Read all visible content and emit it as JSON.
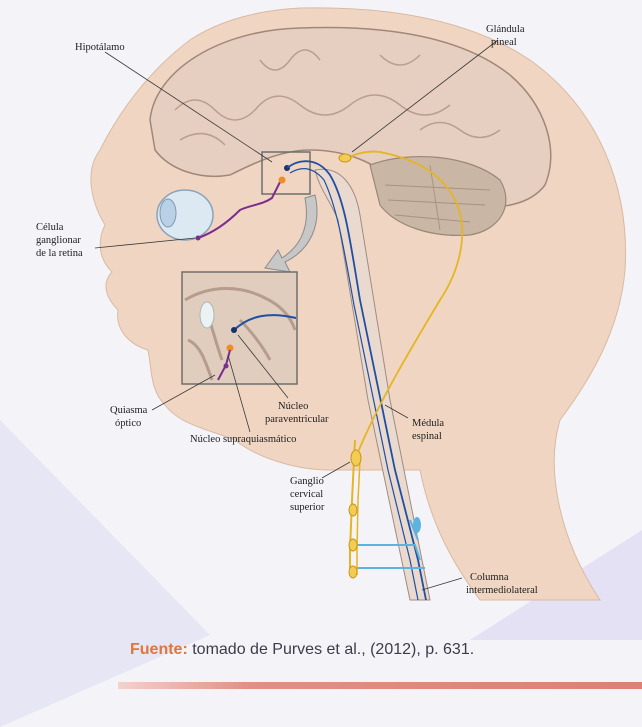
{
  "figure": {
    "labels": {
      "hypothalamus": "Hipotálamo",
      "pineal_1": "Glándula",
      "pineal_2": "pineal",
      "ganglion_cell_1": "Célula",
      "ganglion_cell_2": "ganglionar",
      "ganglion_cell_3": "de la retina",
      "paraventricular_1": "Núcleo",
      "paraventricular_2": "paraventricular",
      "chiasm_1": "Quiasma",
      "chiasm_2": "óptico",
      "suprachiasmatic": "Núcleo supraquiasmático",
      "spinal_1": "Médula",
      "spinal_2": "espinal",
      "cervical_1": "Ganglio",
      "cervical_2": "cervical",
      "cervical_3": "superior",
      "column_1": "Columna",
      "column_2": "intermediolateral"
    },
    "colors": {
      "skin": "#f0d6c2",
      "brain": "#e6cfc0",
      "cerebellum": "#c9b6a4",
      "blue_pathway": "#1f4fa3",
      "light_blue": "#5db3e0",
      "yellow_pathway": "#e5b524",
      "purple_pathway": "#7b2d8e",
      "orange_nucleus": "#f08c2a"
    }
  },
  "caption": {
    "source_label": "Fuente:",
    "text": " tomado de Purves et al., (2012), p. 631."
  }
}
